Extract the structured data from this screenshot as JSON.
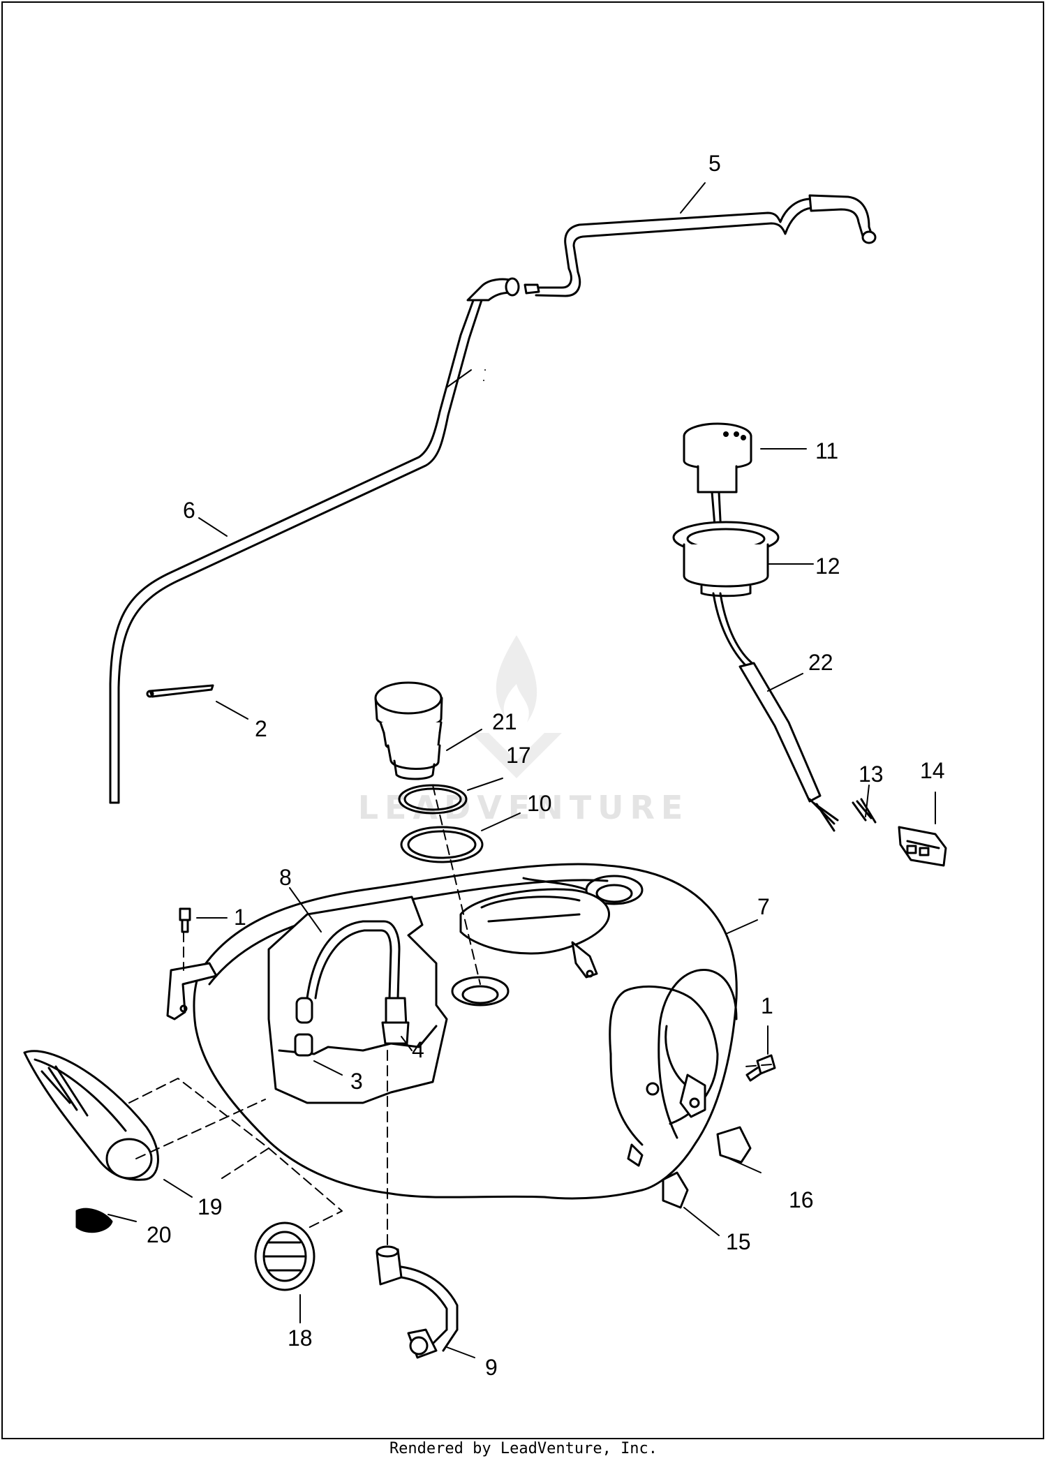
{
  "watermark": {
    "text": "LEADVENTURE"
  },
  "footer": {
    "text": "Rendered by LeadVenture, Inc."
  },
  "callouts": [
    {
      "id": "c5",
      "label": "5"
    },
    {
      "id": "c6",
      "label": "6"
    },
    {
      "id": "c2",
      "label": "2"
    },
    {
      "id": "c11",
      "label": "11"
    },
    {
      "id": "c12",
      "label": "12"
    },
    {
      "id": "c22",
      "label": "22"
    },
    {
      "id": "c21",
      "label": "21"
    },
    {
      "id": "c17",
      "label": "17"
    },
    {
      "id": "c10",
      "label": "10"
    },
    {
      "id": "c13",
      "label": "13"
    },
    {
      "id": "c14",
      "label": "14"
    },
    {
      "id": "c8",
      "label": "8"
    },
    {
      "id": "c1a",
      "label": "1"
    },
    {
      "id": "c7",
      "label": "7"
    },
    {
      "id": "c1b",
      "label": "1"
    },
    {
      "id": "c4",
      "label": "4"
    },
    {
      "id": "c3",
      "label": "3"
    },
    {
      "id": "c19",
      "label": "19"
    },
    {
      "id": "c20",
      "label": "20"
    },
    {
      "id": "c16",
      "label": "16"
    },
    {
      "id": "c15",
      "label": "15"
    },
    {
      "id": "c18",
      "label": "18"
    },
    {
      "id": "c9",
      "label": "9"
    }
  ]
}
